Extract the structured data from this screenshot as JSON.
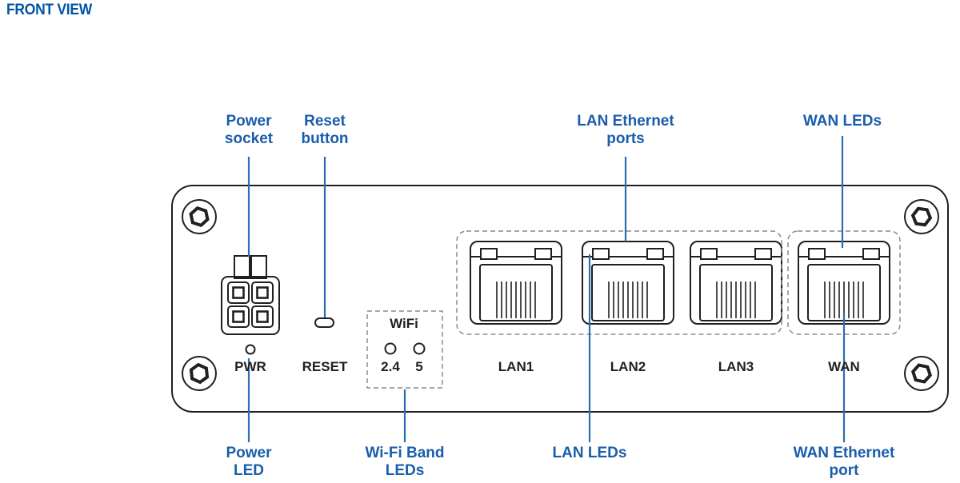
{
  "title": "FRONT VIEW",
  "colors": {
    "accent_blue": "#0054a6",
    "callout_blue": "#1a5dab",
    "leader_line_blue": "#2b6cb3",
    "outline_dark": "#231f20",
    "dashed_gray": "#8c8c8c"
  },
  "callouts": {
    "power_socket": "Power\nsocket",
    "reset_button": "Reset\nbutton",
    "lan_ethernet_ports": "LAN Ethernet\nports",
    "wan_leds": "WAN LEDs",
    "power_led": "Power\nLED",
    "wifi_band_leds": "Wi-Fi Band\nLEDs",
    "lan_leds": "LAN LEDs",
    "wan_ethernet_port": "WAN Ethernet\nport"
  },
  "panel": {
    "power_label": "PWR",
    "reset_label": "RESET",
    "wifi_title": "WiFi",
    "wifi_bands": [
      "2.4",
      "5"
    ],
    "port_labels": [
      "LAN1",
      "LAN2",
      "LAN3",
      "WAN"
    ]
  }
}
